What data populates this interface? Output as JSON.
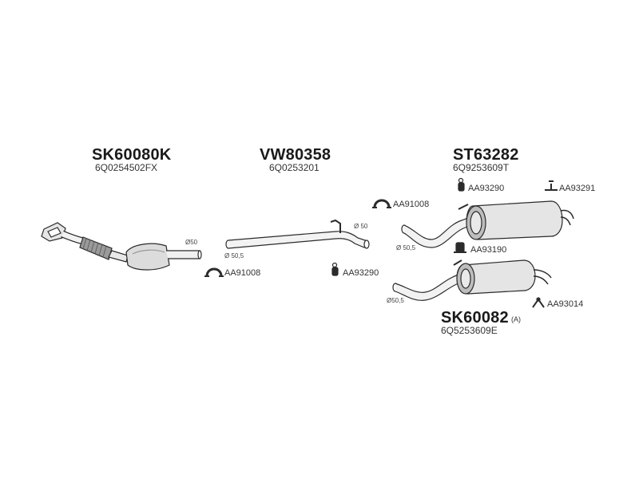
{
  "assemblies": {
    "front": {
      "code": "SK60080K",
      "oem": "6Q0254502FX"
    },
    "middle": {
      "code": "VW80358",
      "oem": "6Q0253201"
    },
    "rear_upper": {
      "code": "ST63282",
      "oem": "6Q9253609T"
    },
    "rear_lower": {
      "code": "SK60082",
      "suffix": "(A)",
      "oem": "6Q5253609E"
    }
  },
  "parts": {
    "clamp_front": "AA91008",
    "hanger_middle": "AA93290",
    "clamp_rear": "AA91008",
    "hanger_rear_top": "AA93290",
    "hanger_rear_right": "AA93291",
    "hanger_rear_mid": "AA93190",
    "hanger_rear_bottom": "AA93014"
  },
  "dimensions": {
    "front_outlet": "Ø50",
    "middle_inlet": "Ø 50,5",
    "middle_outlet": "Ø 50",
    "rear_upper_inlet": "Ø 50,5",
    "rear_lower_inlet": "Ø50,5"
  },
  "colors": {
    "outline": "#2b2b2b",
    "fill_light": "#ececec",
    "fill_mid": "#cfcfcf",
    "fill_dark": "#8a8a8a"
  }
}
